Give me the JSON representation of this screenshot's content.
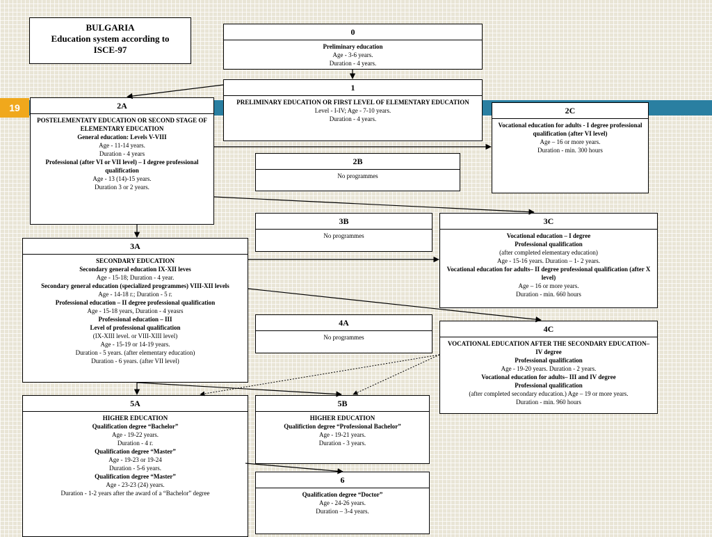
{
  "slide_number": "19",
  "title": [
    "BULGARIA",
    "Education system according to",
    "ISCE-97"
  ],
  "boxes": {
    "b0": {
      "header": "0",
      "lines": [
        {
          "t": "Preliminary education",
          "b": true
        },
        {
          "t": "Age - 3-6 years."
        },
        {
          "t": "Duration - 4 years."
        }
      ]
    },
    "b1": {
      "header": "1",
      "lines": [
        {
          "t": "PRELIMINARY EDUCATION OR FIRST LEVEL OF ELEMENTARY EDUCATION",
          "b": true
        },
        {
          "t": "Level - I-IV; Age - 7-10 years."
        },
        {
          "t": "Duration - 4 years."
        }
      ]
    },
    "b2A": {
      "header": "2A",
      "lines": [
        {
          "t": "POSTELEMENTATY EDUCATION OR SECOND STAGE OF ELEMENTARY EDUCATION",
          "b": true
        },
        {
          "t": "General education: Levels V-VIII",
          "b": true
        },
        {
          "t": "Age - 11-14 years."
        },
        {
          "t": "Duration - 4 years"
        },
        {
          "t": "Professional  (after VI or VII level) – I degree professional qualification",
          "b": true
        },
        {
          "t": "Age - 13 (14)-15 years."
        },
        {
          "t": "Duration 3 or 2 years."
        }
      ]
    },
    "b2B": {
      "header": "2B",
      "lines": [
        {
          "t": "No programmes"
        }
      ]
    },
    "b2C": {
      "header": "2C",
      "lines": [
        {
          "t": "Vocational education for adults - I degree professional qualification (after VI level)",
          "b": true
        },
        {
          "t": "Age – 16 or more years."
        },
        {
          "t": "Duration - min. 300 hours"
        }
      ]
    },
    "b3A": {
      "header": "3A",
      "lines": [
        {
          "t": "SECONDARY EDUCATION",
          "b": true
        },
        {
          "t": "Secondary general education IX-XII leves",
          "b": true
        },
        {
          "t": "Age - 15-18; Duration - 4 year."
        },
        {
          "t": "Secondary general education  (specialized programmes) VIII-XII levels",
          "b": true
        },
        {
          "t": "Age - 14-18 г.; Duration - 5 г."
        },
        {
          "t": "Professional education – II degree professional qualification",
          "b": true
        },
        {
          "t": "Age -  15-18 years, Duration - 4 yeasrs"
        },
        {
          "t": "Professional education – III",
          "b": true
        },
        {
          "t": "Level of professional qualification",
          "b": true
        },
        {
          "t": "(IX-XIII level. or VIII-XIII level)"
        },
        {
          "t": "Age - 15-19 or 14-19 years."
        },
        {
          "t": "Duration - 5 years. (after elementary education)"
        },
        {
          "t": "Duration - 6 years. (after VII level)"
        }
      ]
    },
    "b3B": {
      "header": "3B",
      "lines": [
        {
          "t": "No programmes"
        }
      ]
    },
    "b3C": {
      "header": "3C",
      "lines": [
        {
          "t": "Vocational education – I degree",
          "b": true
        },
        {
          "t": "Professional qualification",
          "b": true
        },
        {
          "t": "(after completed elementary education)"
        },
        {
          "t": "Age - 15-16 years. Duration – 1- 2 years."
        },
        {
          "t": "Vocational education for adults– II degree professional qualification (after X level)",
          "b": true
        },
        {
          "t": "Age – 16 or more years."
        },
        {
          "t": "Duration - min. 660 hours"
        }
      ]
    },
    "b4A": {
      "header": "4A",
      "lines": [
        {
          "t": "No programmes"
        }
      ]
    },
    "b4C": {
      "header": "4C",
      "lines": [
        {
          "t": "VOCATIONAL EDUCATION AFTER THE SECONDARY EDUCATION– IV degree",
          "b": true
        },
        {
          "t": "Professional qualification",
          "b": true
        },
        {
          "t": "Age - 19-20 years. Duration - 2 years."
        },
        {
          "t": "Vocational education for adults– III and IV degree",
          "b": true
        },
        {
          "t": "Professional qualification",
          "b": true
        },
        {
          "t": "(after completed secondary education.) Age – 19 or more years."
        },
        {
          "t": "Duration - min. 960 hours"
        }
      ]
    },
    "b5A": {
      "header": "5A",
      "lines": [
        {
          "t": "HIGHER EDUCATION",
          "b": true
        },
        {
          "t": "Qualification degree “Bachelor”",
          "b": true
        },
        {
          "t": "Age - 19-22 years."
        },
        {
          "t": "Duration - 4 г."
        },
        {
          "t": "Qualification degree “Master”",
          "b": true
        },
        {
          "t": "Age - 19-23 or 19-24"
        },
        {
          "t": "Duration - 5-6 years."
        },
        {
          "t": "Qualification degree “Master”",
          "b": true
        },
        {
          "t": "Age - 23-23 (24) years."
        },
        {
          "t": "Duration - 1-2 years after the award of a “Bachelor” degree"
        }
      ]
    },
    "b5B": {
      "header": "5B",
      "lines": [
        {
          "t": "HIGHER EDUCATION",
          "b": true
        },
        {
          "t": "Qualifiction degree “Professional Bachelor”",
          "b": true
        },
        {
          "t": "Age - 19-21 years."
        },
        {
          "t": "Duration - 3 years."
        }
      ]
    },
    "b6": {
      "header": "6",
      "lines": [
        {
          "t": "Qualification degree “Doctor”",
          "b": true
        },
        {
          "t": "Age - 24-26 years."
        },
        {
          "t": "Duration – 3-4 years."
        }
      ]
    }
  }
}
